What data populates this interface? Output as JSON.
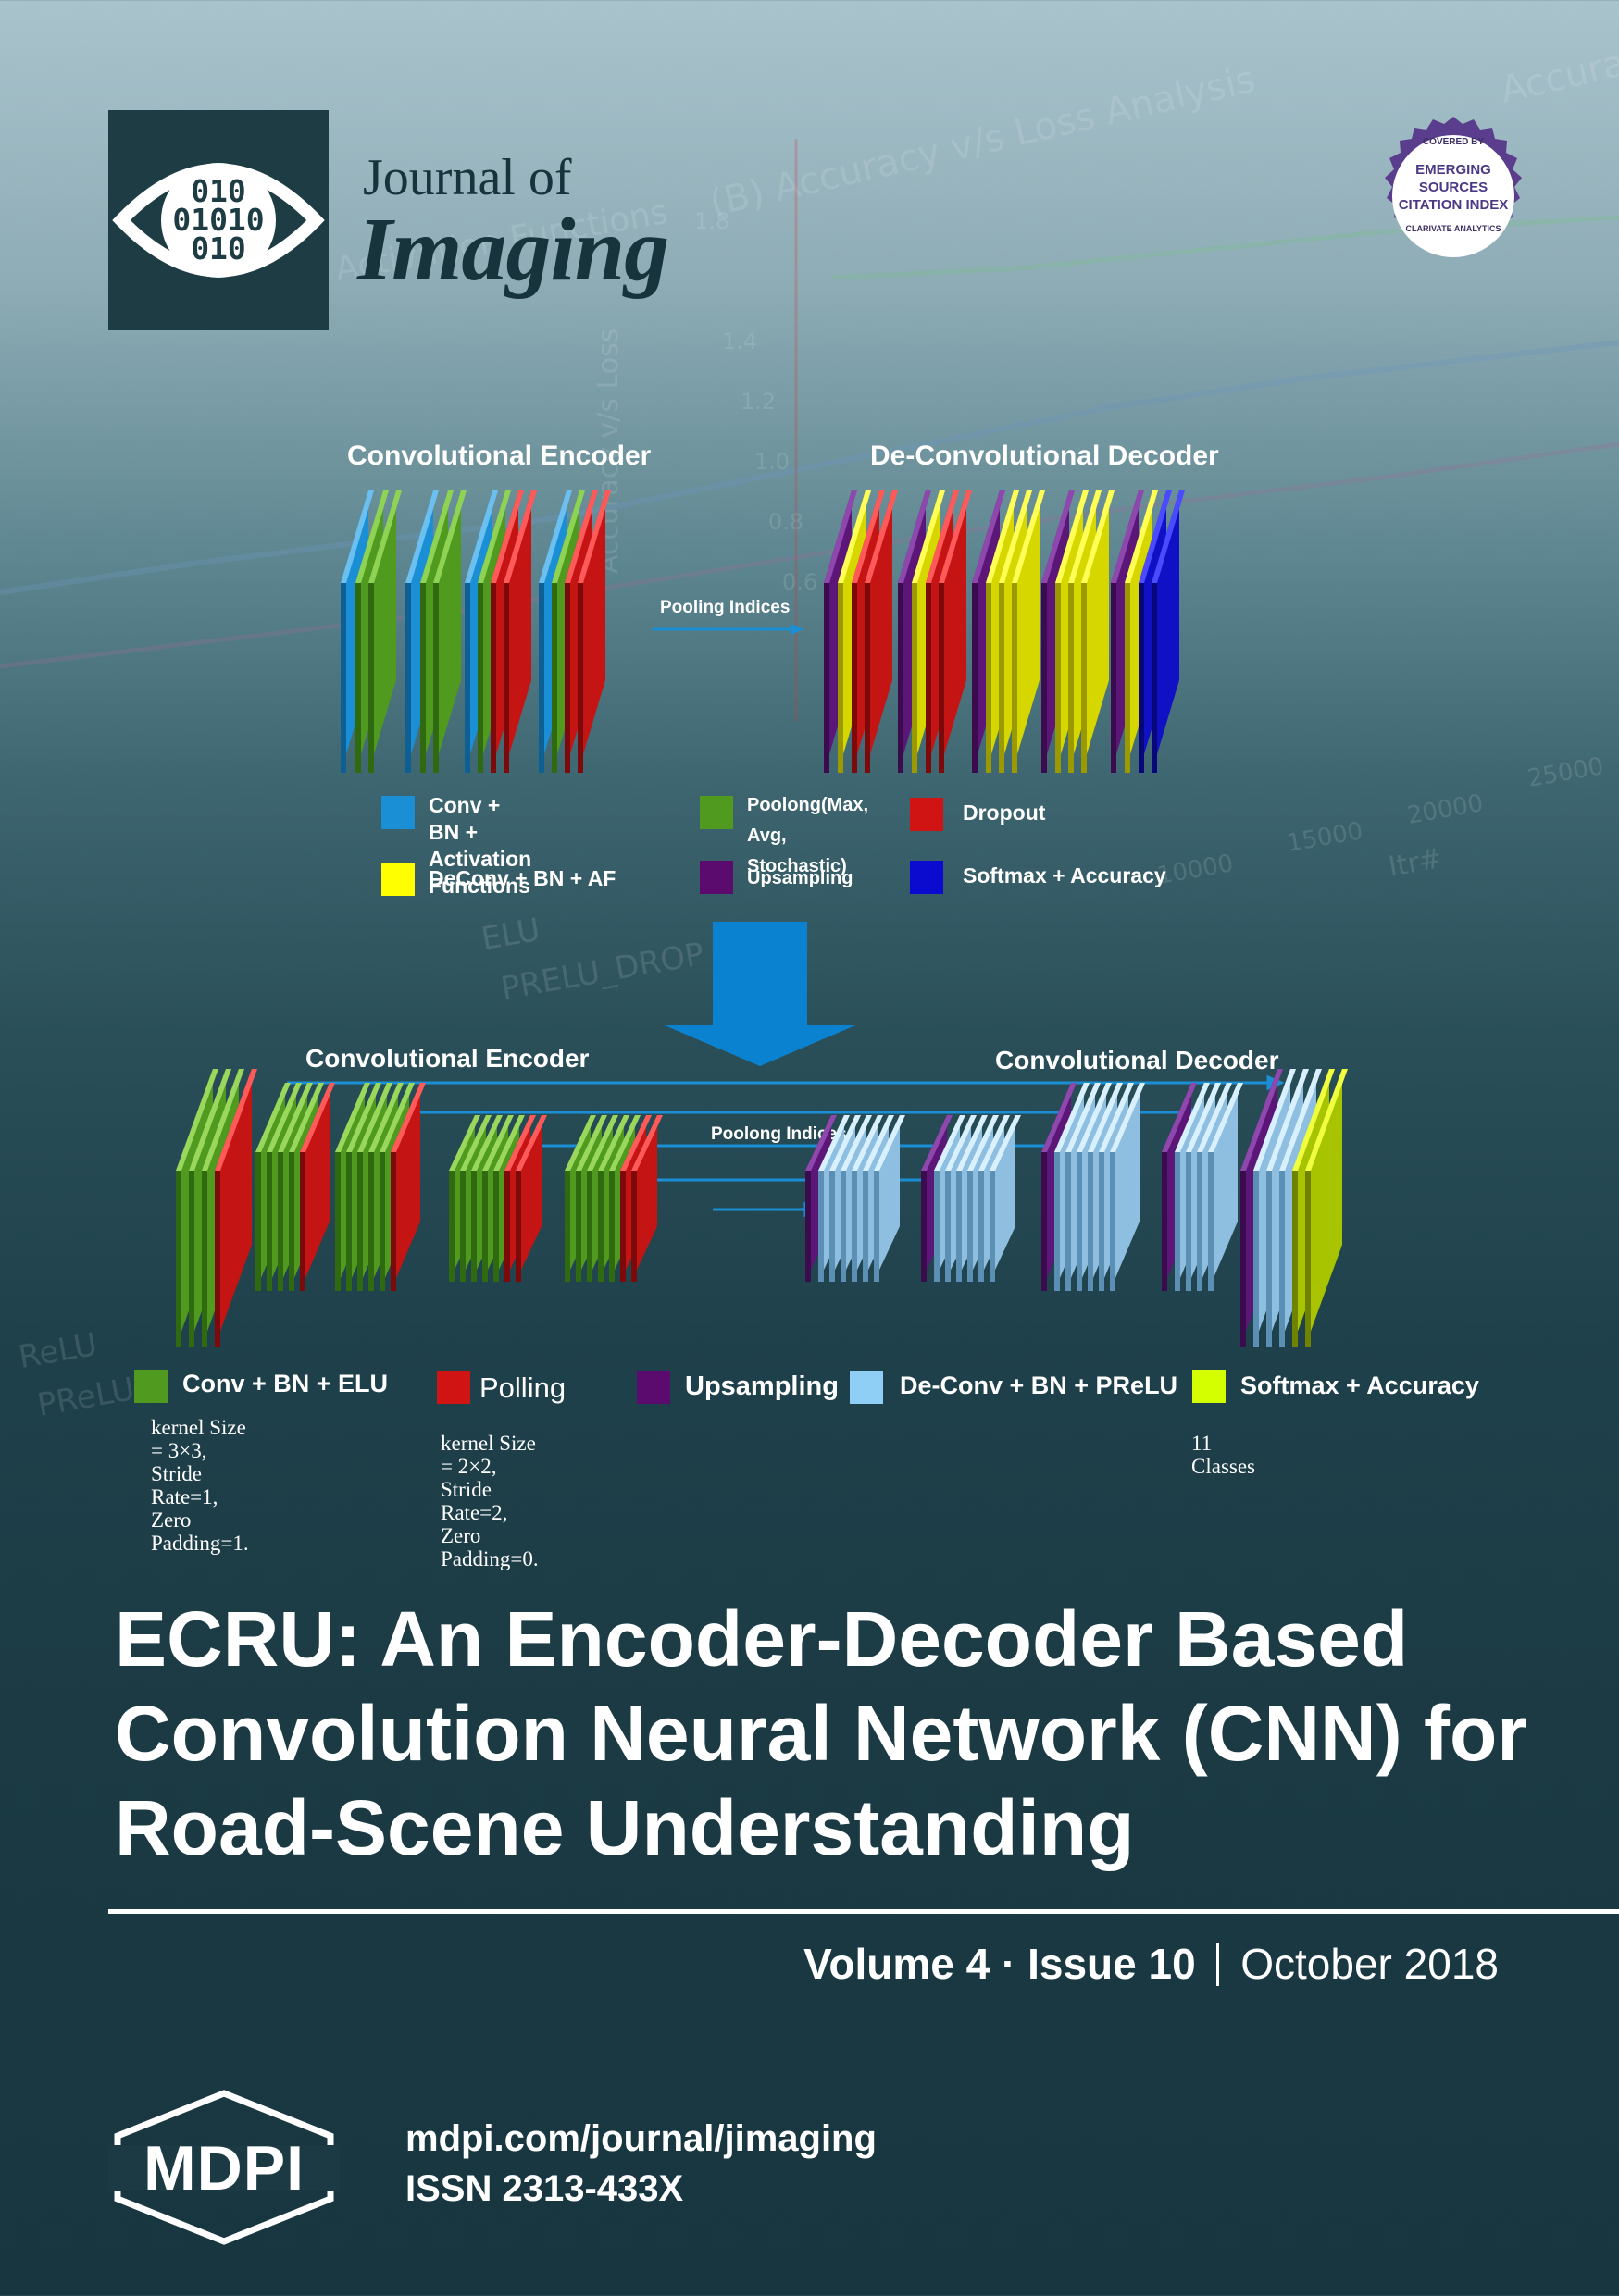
{
  "journal": {
    "name_line1": "Journal of",
    "name_line2": "Imaging",
    "logo_text": [
      "010",
      "01010",
      "010"
    ],
    "logo_icon": "eye-binary-icon"
  },
  "badge": {
    "line_top": "COVERED BY",
    "line1": "EMERGING",
    "line2": "SOURCES",
    "line3": "CITATION INDEX",
    "line_bottom": "CLARIVATE ANALYTICS"
  },
  "diagram_top": {
    "encoder_title": "Convolutional Encoder",
    "decoder_title": "De-Convolutional Decoder",
    "arrow_label": "Pooling Indices",
    "legend": [
      {
        "color": "#1a8fd6",
        "label": "Conv + BN +\nActivation Functions"
      },
      {
        "color": "#4f9a1f",
        "label": "Poolong(Max,\nAvg, Stochastic)"
      },
      {
        "color": "#d01414",
        "label": "Dropout"
      },
      {
        "color": "#ffff00",
        "label": "DeConv + BN + AF"
      },
      {
        "color": "#5b0a6e",
        "label": "Upsampling"
      },
      {
        "color": "#0b0bd0",
        "label": "Softmax + Accuracy"
      }
    ]
  },
  "diagram_bottom": {
    "encoder_title": "Convolutional Encoder",
    "decoder_title": "Convolutional Decoder",
    "arrow_label": "Poolong Indices",
    "legend": [
      {
        "color": "#4f9a1f",
        "label": "Conv + BN + ELU",
        "note": "kernel Size = 3×3,\nStride Rate=1,\nZero Padding=1."
      },
      {
        "color": "#d01414",
        "label": "Polling",
        "note": "kernel Size = 2×2,\nStride Rate=2,\nZero Padding=0."
      },
      {
        "color": "#5b0a6e",
        "label": "Upsampling",
        "note": ""
      },
      {
        "color": "#8fcff5",
        "label": "De-Conv + BN + PReLU",
        "note": ""
      },
      {
        "color": "#d4ff00",
        "label": "Softmax + Accuracy",
        "note": "11 Classes"
      }
    ]
  },
  "article_title": "ECRU: An Encoder-Decoder Based Convolution Neural Network (CNN) for Road-Scene Understanding",
  "issue": {
    "volume": "Volume 4",
    "separator": "·",
    "issue": "Issue 10",
    "date": "October 2018"
  },
  "publisher": {
    "name": "MDPI",
    "url": "mdpi.com/journal/jimaging",
    "issn": "ISSN 2313-433X"
  },
  "background_watermark": [
    "(B) Accuracy v/s Loss Analysis",
    "Accuracy v/s Loss",
    "Activation Functions",
    "1.8",
    "1.4",
    "1.2",
    "1.0",
    "0.8",
    "0.6",
    "ELU",
    "PRELU_DROP",
    "ReLU",
    "PReLU",
    "10000",
    "15000",
    "20000",
    "25000",
    "Itr#",
    "Accura"
  ]
}
